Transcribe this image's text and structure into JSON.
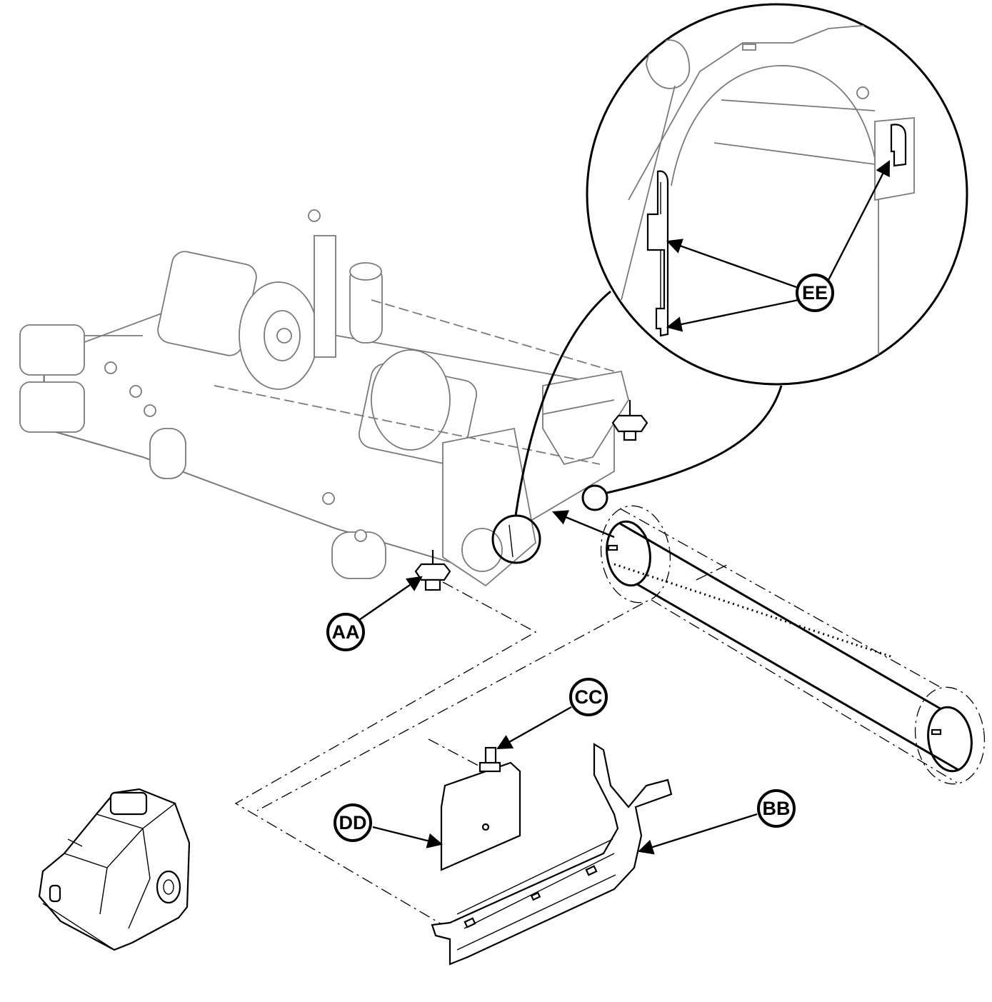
{
  "callouts": [
    {
      "id": "aa",
      "label": "AA"
    },
    {
      "id": "bb",
      "label": "BB"
    },
    {
      "id": "cc",
      "label": "CC"
    },
    {
      "id": "dd",
      "label": "DD"
    },
    {
      "id": "ee",
      "label": "EE"
    }
  ],
  "colors": {
    "ink": "#000000",
    "ghost": "#7a7a7a",
    "paper": "#ffffff"
  }
}
